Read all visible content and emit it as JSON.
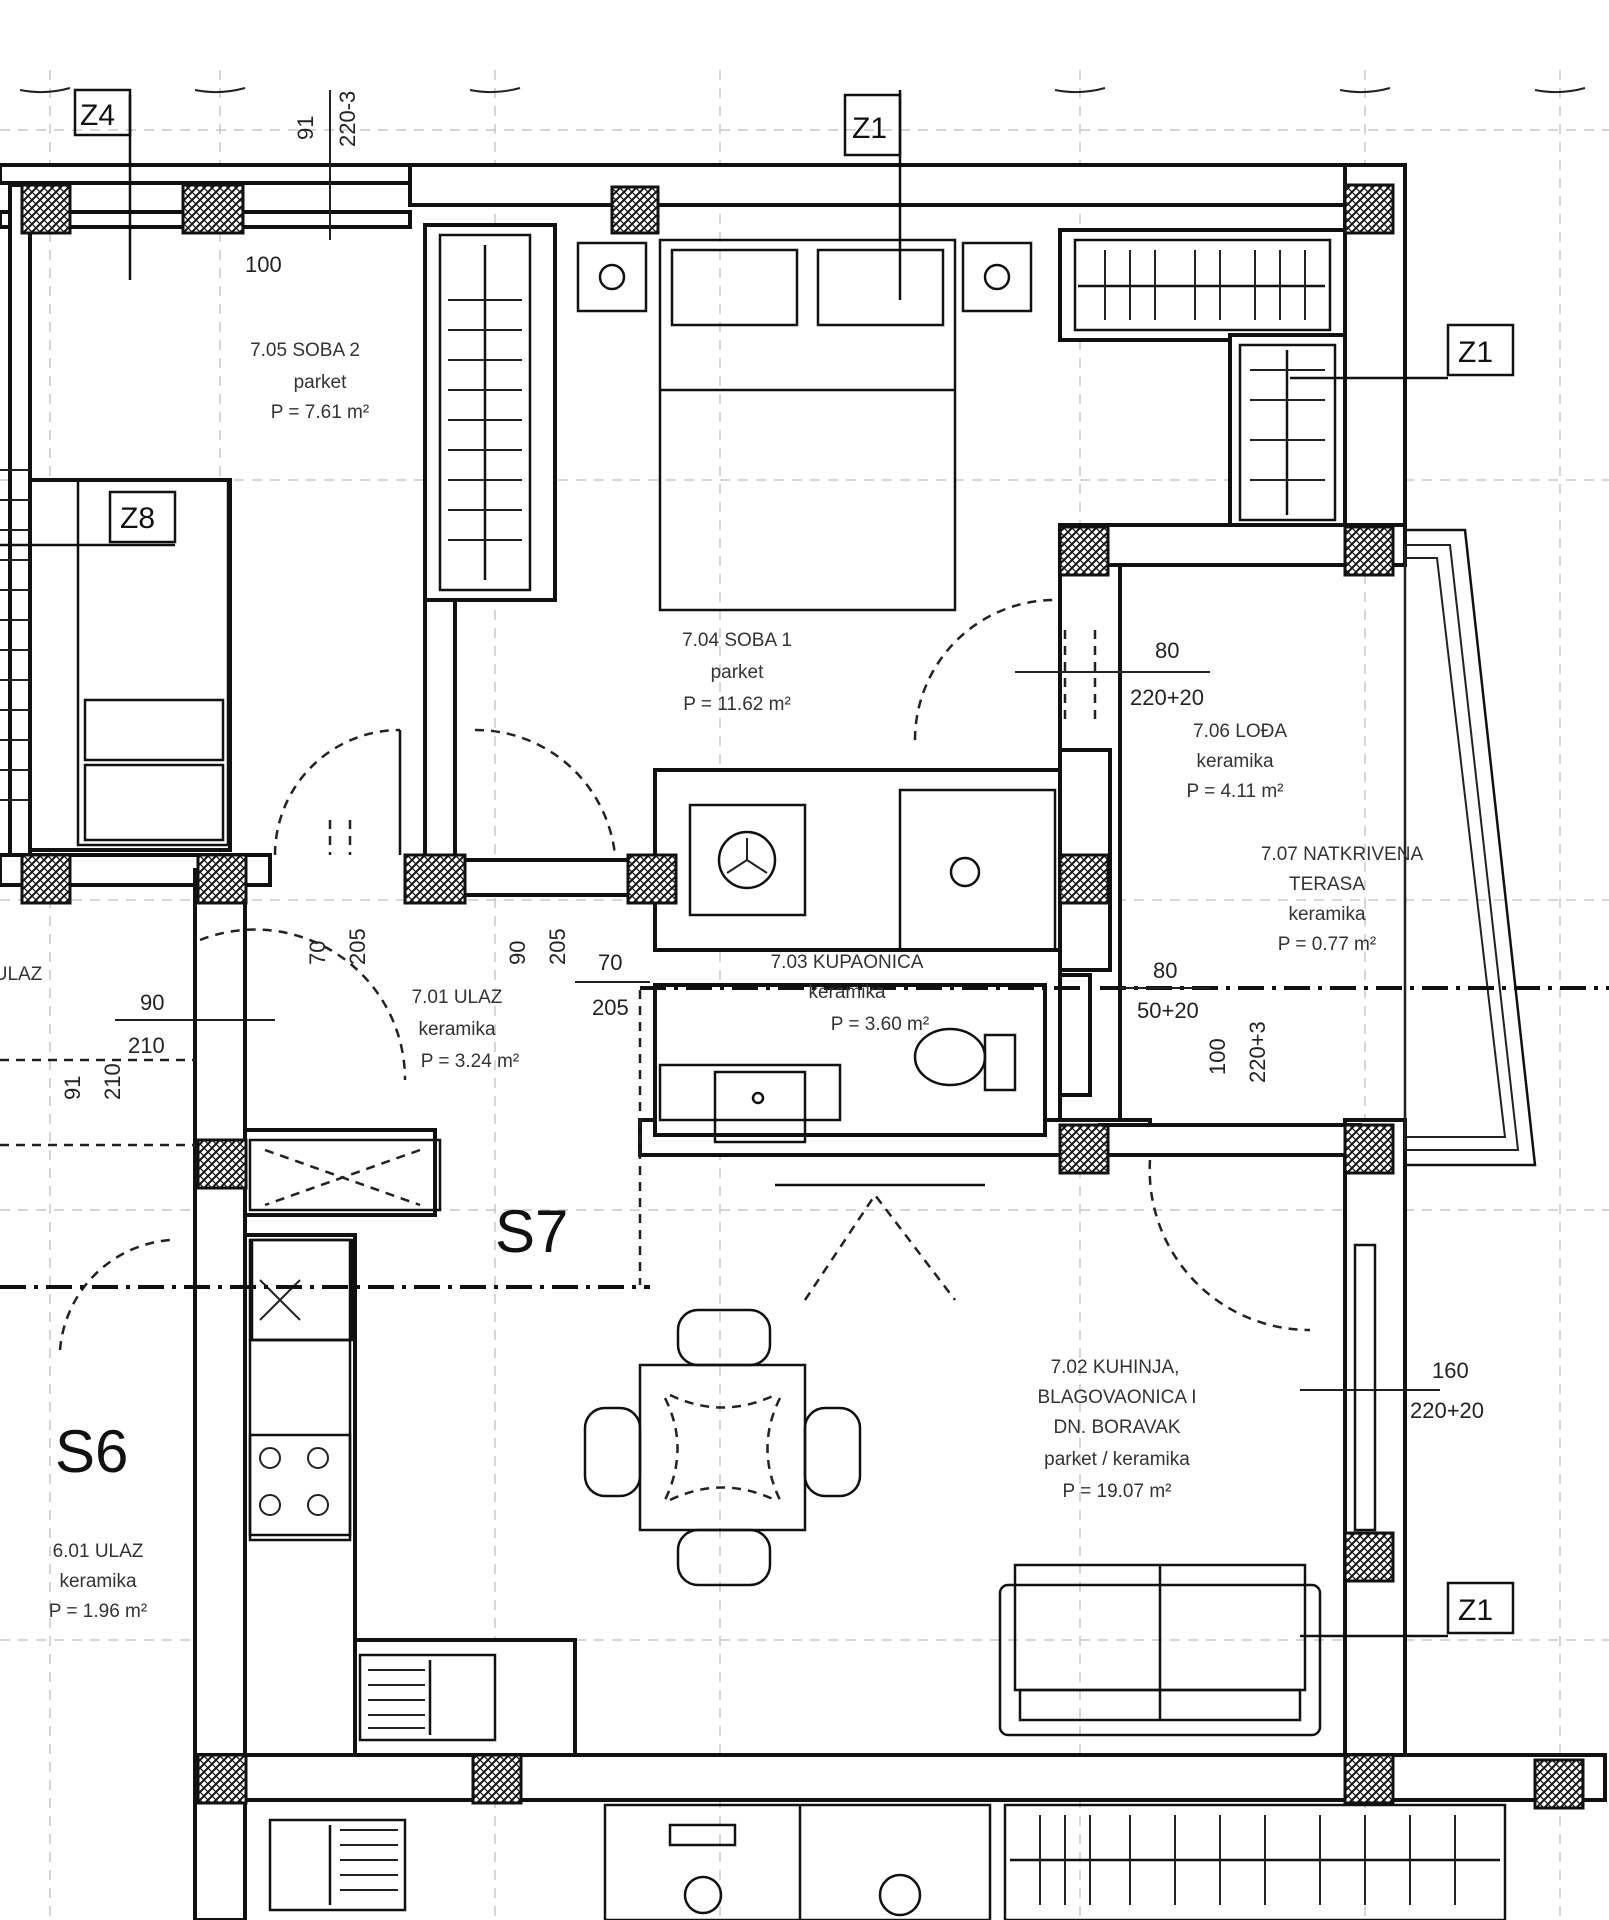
{
  "rooms": {
    "soba2": {
      "line1": "7.05 SOBA 2",
      "line2": "parket",
      "area": "P = 7.61 m²"
    },
    "soba1": {
      "line1": "7.04 SOBA 1",
      "line2": "parket",
      "area": "P = 11.62 m²"
    },
    "loda": {
      "line1": "7.06 LOĐA",
      "line2": "keramika",
      "area": "P = 4.11 m²"
    },
    "terasa": {
      "line1": "7.07 NATKRIVENA",
      "line2": "TERASA",
      "line3": "keramika",
      "area": "P = 0.77 m²"
    },
    "ulaz": {
      "line1": "7.01 ULAZ",
      "line2": "keramika",
      "area": "P = 3.24 m²"
    },
    "kupaona": {
      "line1": "7.03 KUPAONICA",
      "line2": "keramika",
      "area": "P = 3.60 m²"
    },
    "kuhinja": {
      "line1": "7.02 KUHINJA,",
      "line2": "BLAGOVAONICA I",
      "line3": "DN. BORAVAK",
      "line4": "parket / keramika",
      "area": "P = 19.07 m²"
    },
    "ulaz6": {
      "line1": "6.01 ULAZ",
      "line2": "keramika",
      "area": "P = 1.96 m²"
    },
    "left_edge": "ULAZ"
  },
  "tags": {
    "z4": "Z4",
    "z1_top": "Z1",
    "z1_right": "Z1",
    "z8": "Z8",
    "z1_bottom": "Z1"
  },
  "stairs": {
    "s7": "S7",
    "s6": "S6"
  },
  "dims": {
    "d_top1": "91",
    "d_top2": "220-3",
    "d_top3": "100",
    "d_loda1": "80",
    "d_loda2": "220+20",
    "d_door1a": "70",
    "d_door1b": "205",
    "d_door2a": "90",
    "d_door2b": "205",
    "d_door3a": "70",
    "d_door3b": "205",
    "d_ter1": "80",
    "d_ter2": "50+20",
    "d_ter3": "100",
    "d_ter4": "220+3",
    "d_left1": "90",
    "d_left2": "210",
    "d_left3": "91",
    "d_left4": "210",
    "d_liv1": "160",
    "d_liv2": "220+20"
  }
}
